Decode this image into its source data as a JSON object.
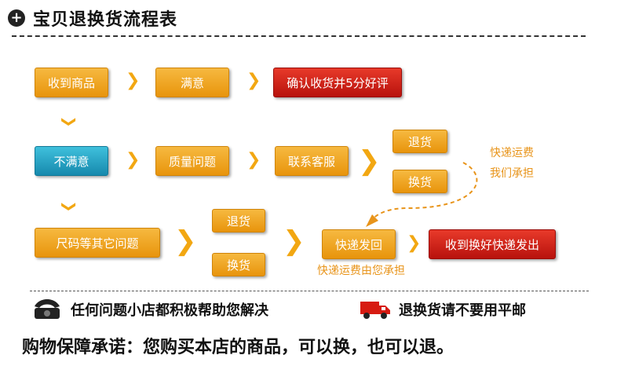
{
  "title": {
    "icon": "plus-circle-icon",
    "text": "宝贝退换货流程表"
  },
  "row1": {
    "receive": "收到商品",
    "satisfied": "满意",
    "confirm": "确认收货并5分好评"
  },
  "row2": {
    "unsatisfied": "不满意",
    "quality": "质量问题",
    "contact": "联系客服",
    "return": "退货",
    "exchange": "换货"
  },
  "row3": {
    "size": "尺码等其它问题",
    "return": "退货",
    "exchange": "换货",
    "ship_back": "快递发回",
    "receive_ship": "收到换好快递发出"
  },
  "notes": {
    "we_pay_line1": "快递运费",
    "we_pay_line2": "我们承担",
    "you_pay": "快递运费由您承担"
  },
  "bottom": {
    "help": "任何问题小店都积极帮助您解决",
    "no_mail": "退换货请不要用平邮"
  },
  "promise": "购物保障承诺：您购买本店的商品，可以换，也可以退。",
  "colors": {
    "orange": "#f2a712",
    "red": "#c8170f",
    "teal": "#1f9fc4"
  }
}
